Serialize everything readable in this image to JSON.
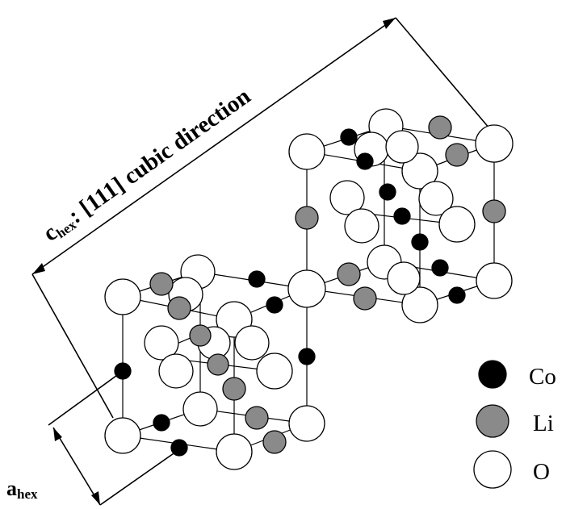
{
  "axis_c": {
    "main": "c",
    "sub": "hex",
    "rest": ": [111] cubic direction"
  },
  "axis_a": {
    "main": "a",
    "sub": "hex"
  },
  "legend": [
    {
      "label": "Co",
      "color": "#000000"
    },
    {
      "label": "Li",
      "color": "#8a8a8a"
    },
    {
      "label": "O",
      "color": "#ffffff"
    }
  ]
}
